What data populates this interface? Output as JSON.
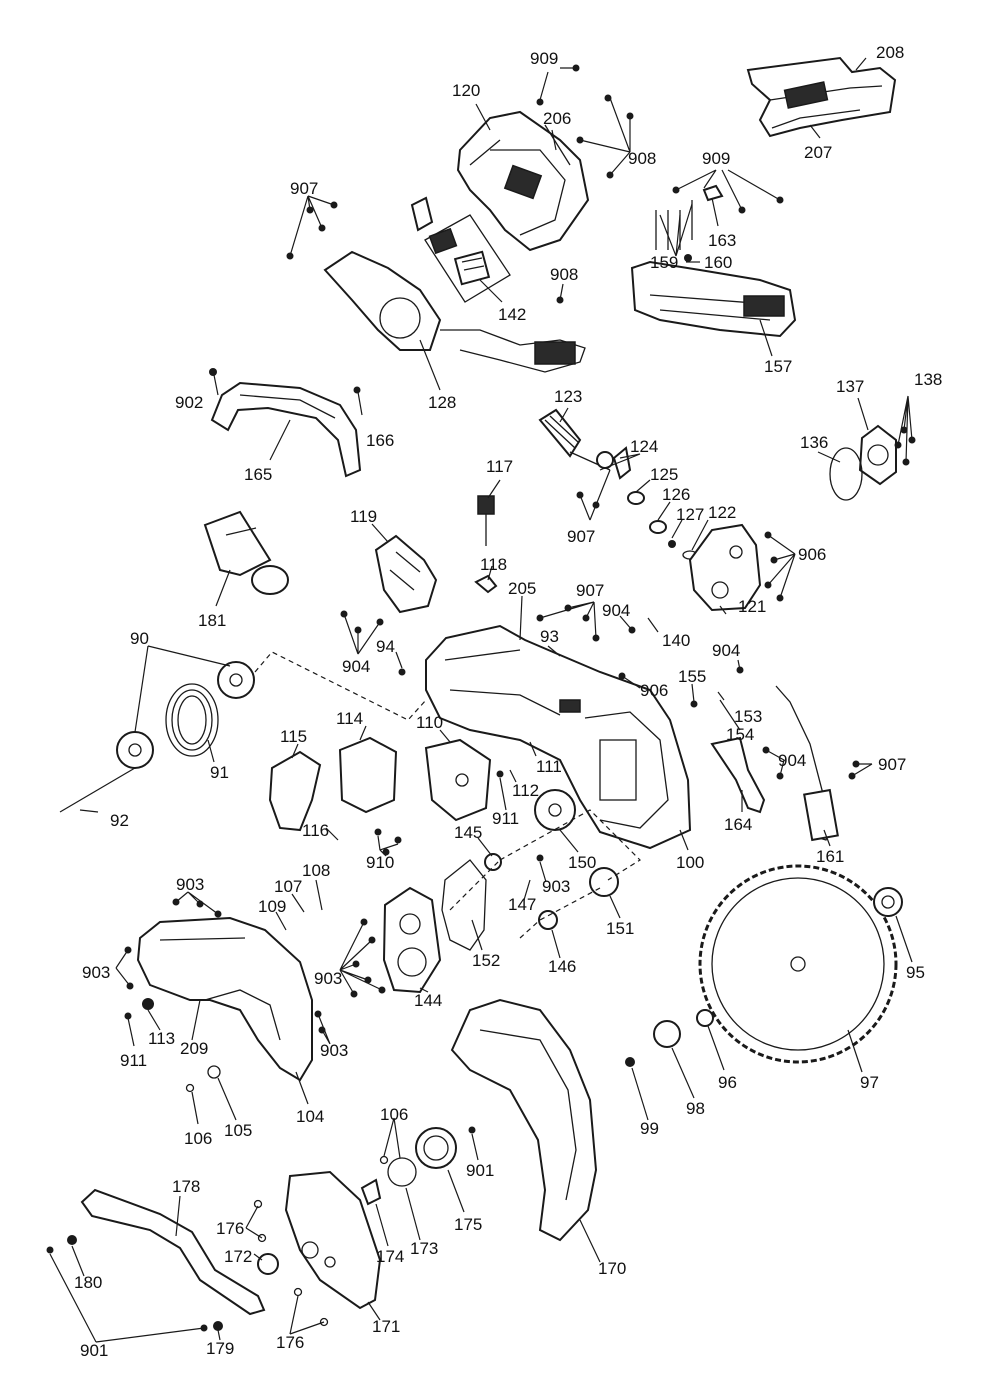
{
  "diagram": {
    "callouts": [
      {
        "id": "c909a",
        "label": "909"
      },
      {
        "id": "c208",
        "label": "208"
      },
      {
        "id": "c120",
        "label": "120"
      },
      {
        "id": "c206",
        "label": "206"
      },
      {
        "id": "c908a",
        "label": "908"
      },
      {
        "id": "c207",
        "label": "207"
      },
      {
        "id": "c909b",
        "label": "909"
      },
      {
        "id": "c907a",
        "label": "907"
      },
      {
        "id": "c163",
        "label": "163"
      },
      {
        "id": "c159",
        "label": "159"
      },
      {
        "id": "c160",
        "label": "160"
      },
      {
        "id": "c908b",
        "label": "908"
      },
      {
        "id": "c142",
        "label": "142"
      },
      {
        "id": "c157",
        "label": "157"
      },
      {
        "id": "c902",
        "label": "902"
      },
      {
        "id": "c128",
        "label": "128"
      },
      {
        "id": "c166",
        "label": "166"
      },
      {
        "id": "c123",
        "label": "123"
      },
      {
        "id": "c137",
        "label": "137"
      },
      {
        "id": "c138",
        "label": "138"
      },
      {
        "id": "c136",
        "label": "136"
      },
      {
        "id": "c165",
        "label": "165"
      },
      {
        "id": "c124",
        "label": "124"
      },
      {
        "id": "c117",
        "label": "117"
      },
      {
        "id": "c125",
        "label": "125"
      },
      {
        "id": "c126",
        "label": "126"
      },
      {
        "id": "c127",
        "label": "127"
      },
      {
        "id": "c122",
        "label": "122"
      },
      {
        "id": "c907b",
        "label": "907"
      },
      {
        "id": "c119",
        "label": "119"
      },
      {
        "id": "c906a",
        "label": "906"
      },
      {
        "id": "c118",
        "label": "118"
      },
      {
        "id": "c181",
        "label": "181"
      },
      {
        "id": "c205",
        "label": "205"
      },
      {
        "id": "c907c",
        "label": "907"
      },
      {
        "id": "c121",
        "label": "121"
      },
      {
        "id": "c904a",
        "label": "904"
      },
      {
        "id": "c140",
        "label": "140"
      },
      {
        "id": "c90",
        "label": "90"
      },
      {
        "id": "c93",
        "label": "93"
      },
      {
        "id": "c94",
        "label": "94"
      },
      {
        "id": "c904b",
        "label": "904"
      },
      {
        "id": "c904c",
        "label": "904"
      },
      {
        "id": "c906b",
        "label": "906"
      },
      {
        "id": "c155",
        "label": "155"
      },
      {
        "id": "c153",
        "label": "153"
      },
      {
        "id": "c114",
        "label": "114"
      },
      {
        "id": "c110",
        "label": "110"
      },
      {
        "id": "c115",
        "label": "115"
      },
      {
        "id": "c154",
        "label": "154"
      },
      {
        "id": "c111",
        "label": "111"
      },
      {
        "id": "c904d",
        "label": "904"
      },
      {
        "id": "c907d",
        "label": "907"
      },
      {
        "id": "c91",
        "label": "91"
      },
      {
        "id": "c112",
        "label": "112"
      },
      {
        "id": "c92",
        "label": "92"
      },
      {
        "id": "c911a",
        "label": "911"
      },
      {
        "id": "c164",
        "label": "164"
      },
      {
        "id": "c116",
        "label": "116"
      },
      {
        "id": "c145",
        "label": "145"
      },
      {
        "id": "c161",
        "label": "161"
      },
      {
        "id": "c910",
        "label": "910"
      },
      {
        "id": "c150",
        "label": "150"
      },
      {
        "id": "c100",
        "label": "100"
      },
      {
        "id": "c108",
        "label": "108"
      },
      {
        "id": "c903a",
        "label": "903"
      },
      {
        "id": "c903b",
        "label": "903"
      },
      {
        "id": "c107",
        "label": "107"
      },
      {
        "id": "c147",
        "label": "147"
      },
      {
        "id": "c109",
        "label": "109"
      },
      {
        "id": "c151",
        "label": "151"
      },
      {
        "id": "c903c",
        "label": "903"
      },
      {
        "id": "c152",
        "label": "152"
      },
      {
        "id": "c146",
        "label": "146"
      },
      {
        "id": "c95",
        "label": "95"
      },
      {
        "id": "c903d",
        "label": "903"
      },
      {
        "id": "c144",
        "label": "144"
      },
      {
        "id": "c113",
        "label": "113"
      },
      {
        "id": "c209",
        "label": "209"
      },
      {
        "id": "c903e",
        "label": "903"
      },
      {
        "id": "c911b",
        "label": "911"
      },
      {
        "id": "c97",
        "label": "97"
      },
      {
        "id": "c96",
        "label": "96"
      },
      {
        "id": "c98",
        "label": "98"
      },
      {
        "id": "c104",
        "label": "104"
      },
      {
        "id": "c106a",
        "label": "106"
      },
      {
        "id": "c105",
        "label": "105"
      },
      {
        "id": "c99",
        "label": "99"
      },
      {
        "id": "c106b",
        "label": "106"
      },
      {
        "id": "c901a",
        "label": "901"
      },
      {
        "id": "c178",
        "label": "178"
      },
      {
        "id": "c175",
        "label": "175"
      },
      {
        "id": "c176a",
        "label": "176"
      },
      {
        "id": "c172",
        "label": "172"
      },
      {
        "id": "c174",
        "label": "174"
      },
      {
        "id": "c173",
        "label": "173"
      },
      {
        "id": "c170",
        "label": "170"
      },
      {
        "id": "c180",
        "label": "180"
      },
      {
        "id": "c176b",
        "label": "176"
      },
      {
        "id": "c171",
        "label": "171"
      },
      {
        "id": "c901b",
        "label": "901"
      },
      {
        "id": "c179",
        "label": "179"
      }
    ]
  }
}
